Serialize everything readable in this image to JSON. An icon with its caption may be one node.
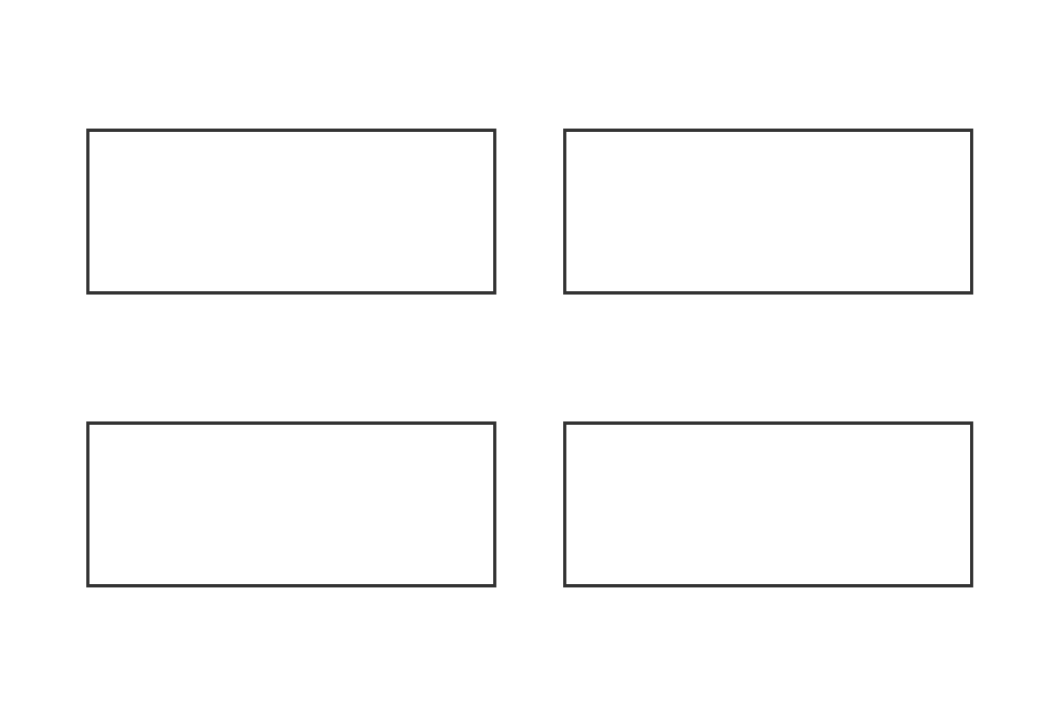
{
  "diagram": {
    "nodes": [
      {
        "text": [],
        "shape": "box"
      },
      {
        "text": [],
        "shape": "box"
      },
      {
        "text": [],
        "shape": "box"
      },
      {
        "text": [],
        "shape": "box"
      }
    ]
  }
}
